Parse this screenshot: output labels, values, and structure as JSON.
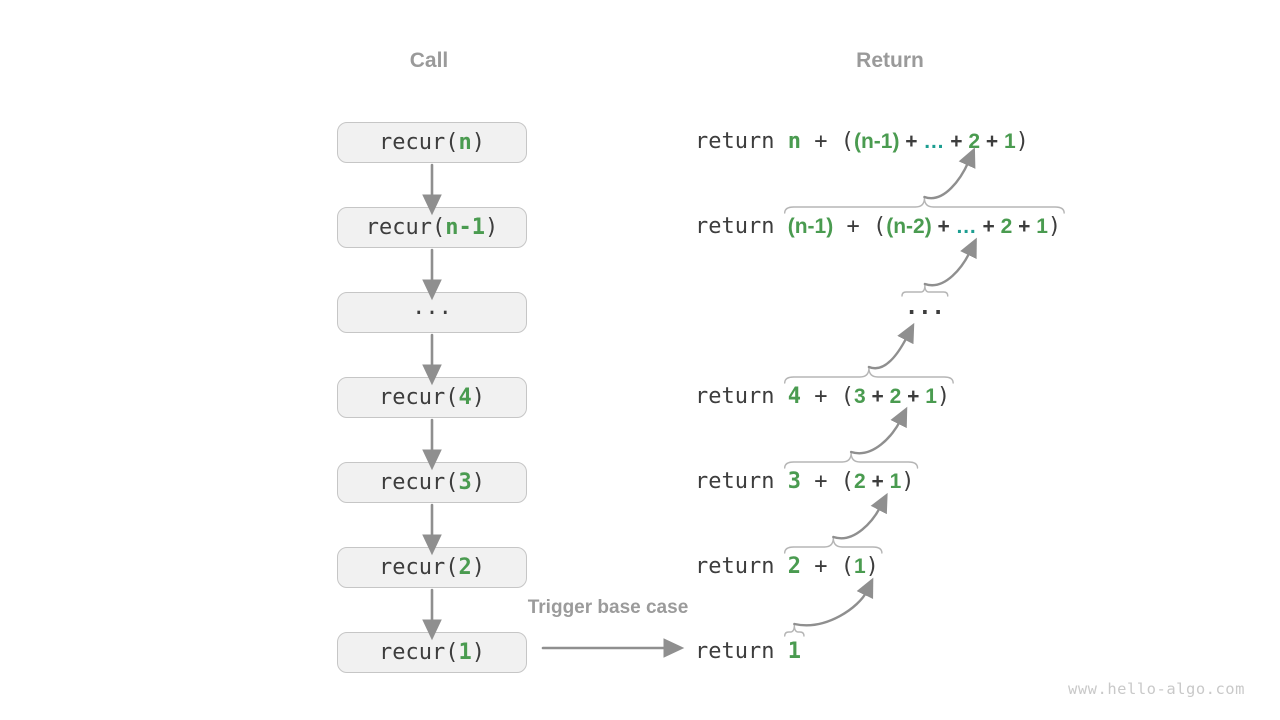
{
  "colors": {
    "background": "#ffffff",
    "dark": "#3d3d3d",
    "green": "#4a9b50",
    "teal": "#1c9e91",
    "box_fill": "#f1f1f1",
    "box_border": "#c6c6c6",
    "arrow": "#8f8f8f",
    "brace": "#b5b5b5",
    "header": "#9a9a9a",
    "label": "#9b9b9b",
    "watermark": "#c9c9c9"
  },
  "headers": {
    "call": "Call",
    "return": "Return"
  },
  "call_column": {
    "boxes": [
      {
        "name": "recur-n",
        "tokens": [
          {
            "t": "recur(",
            "c": "d"
          },
          {
            "t": "n",
            "c": "g",
            "b": 1
          },
          {
            "t": ")",
            "c": "d"
          }
        ]
      },
      {
        "name": "recur-n-1",
        "tokens": [
          {
            "t": "recur(",
            "c": "d"
          },
          {
            "t": "n-1",
            "c": "g",
            "b": 1
          },
          {
            "t": ")",
            "c": "d"
          }
        ]
      },
      {
        "name": "ellipsis",
        "tokens": [
          {
            "t": "...",
            "c": "d"
          }
        ]
      },
      {
        "name": "recur-4",
        "tokens": [
          {
            "t": "recur(",
            "c": "d"
          },
          {
            "t": "4",
            "c": "g",
            "b": 1
          },
          {
            "t": ")",
            "c": "d"
          }
        ]
      },
      {
        "name": "recur-3",
        "tokens": [
          {
            "t": "recur(",
            "c": "d"
          },
          {
            "t": "3",
            "c": "g",
            "b": 1
          },
          {
            "t": ")",
            "c": "d"
          }
        ]
      },
      {
        "name": "recur-2",
        "tokens": [
          {
            "t": "recur(",
            "c": "d"
          },
          {
            "t": "2",
            "c": "g",
            "b": 1
          },
          {
            "t": ")",
            "c": "d"
          }
        ]
      },
      {
        "name": "recur-1",
        "tokens": [
          {
            "t": "recur(",
            "c": "d"
          },
          {
            "t": "1",
            "c": "g",
            "b": 1
          },
          {
            "t": ")",
            "c": "d"
          }
        ]
      }
    ]
  },
  "return_column": {
    "lines": [
      {
        "name": "return-n",
        "brace": false,
        "head": [
          {
            "t": "return ",
            "c": "d"
          }
        ],
        "expr": [
          {
            "t": "n",
            "c": "g",
            "b": 1
          },
          {
            "t": " + (",
            "c": "d"
          },
          {
            "t": "(n-1)",
            "c": "g",
            "f": "s"
          },
          {
            "t": " + ",
            "c": "d",
            "f": "s"
          },
          {
            "t": "…",
            "c": "t",
            "f": "s"
          },
          {
            "t": " + ",
            "c": "d",
            "f": "s"
          },
          {
            "t": "2",
            "c": "g",
            "f": "s"
          },
          {
            "t": " + ",
            "c": "d",
            "f": "s"
          },
          {
            "t": "1",
            "c": "g",
            "f": "s"
          },
          {
            "t": ")",
            "c": "d"
          }
        ]
      },
      {
        "name": "return-n-1",
        "brace": true,
        "head": [
          {
            "t": "return ",
            "c": "d"
          }
        ],
        "expr": [
          {
            "t": "(n-1)",
            "c": "g",
            "f": "s"
          },
          {
            "t": " + (",
            "c": "d"
          },
          {
            "t": "(n-2)",
            "c": "g",
            "f": "s"
          },
          {
            "t": " + ",
            "c": "d",
            "f": "s"
          },
          {
            "t": "…",
            "c": "t",
            "f": "s"
          },
          {
            "t": " + ",
            "c": "d",
            "f": "s"
          },
          {
            "t": "2",
            "c": "g",
            "f": "s"
          },
          {
            "t": " + ",
            "c": "d",
            "f": "s"
          },
          {
            "t": "1",
            "c": "g",
            "f": "s"
          },
          {
            "t": ")",
            "c": "d"
          }
        ]
      },
      {
        "name": "return-ellipsis",
        "brace": true,
        "dots": true,
        "head": [],
        "expr": [
          {
            "t": "...",
            "c": "d",
            "b": 1
          }
        ]
      },
      {
        "name": "return-4",
        "brace": true,
        "head": [
          {
            "t": "return ",
            "c": "d"
          }
        ],
        "expr": [
          {
            "t": "4",
            "c": "g",
            "b": 1
          },
          {
            "t": " + (",
            "c": "d"
          },
          {
            "t": "3",
            "c": "g",
            "f": "s"
          },
          {
            "t": " + ",
            "c": "d",
            "f": "s"
          },
          {
            "t": "2",
            "c": "g",
            "f": "s"
          },
          {
            "t": " + ",
            "c": "d",
            "f": "s"
          },
          {
            "t": "1",
            "c": "g",
            "f": "s"
          },
          {
            "t": ")",
            "c": "d"
          }
        ]
      },
      {
        "name": "return-3",
        "brace": true,
        "head": [
          {
            "t": "return ",
            "c": "d"
          }
        ],
        "expr": [
          {
            "t": "3",
            "c": "g",
            "b": 1
          },
          {
            "t": " + (",
            "c": "d"
          },
          {
            "t": "2",
            "c": "g",
            "f": "s"
          },
          {
            "t": " + ",
            "c": "d",
            "f": "s"
          },
          {
            "t": "1",
            "c": "g",
            "f": "s"
          },
          {
            "t": ")",
            "c": "d"
          }
        ]
      },
      {
        "name": "return-2",
        "brace": true,
        "head": [
          {
            "t": "return ",
            "c": "d"
          }
        ],
        "expr": [
          {
            "t": "2",
            "c": "g",
            "b": 1
          },
          {
            "t": " + (",
            "c": "d"
          },
          {
            "t": "1",
            "c": "g",
            "f": "s"
          },
          {
            "t": ")",
            "c": "d"
          }
        ]
      },
      {
        "name": "return-1",
        "brace": true,
        "head": [
          {
            "t": "return ",
            "c": "d"
          }
        ],
        "expr": [
          {
            "t": "1",
            "c": "g",
            "b": 1
          }
        ]
      }
    ]
  },
  "base_case_label": "Trigger base case",
  "watermark": "www.hello-algo.com"
}
